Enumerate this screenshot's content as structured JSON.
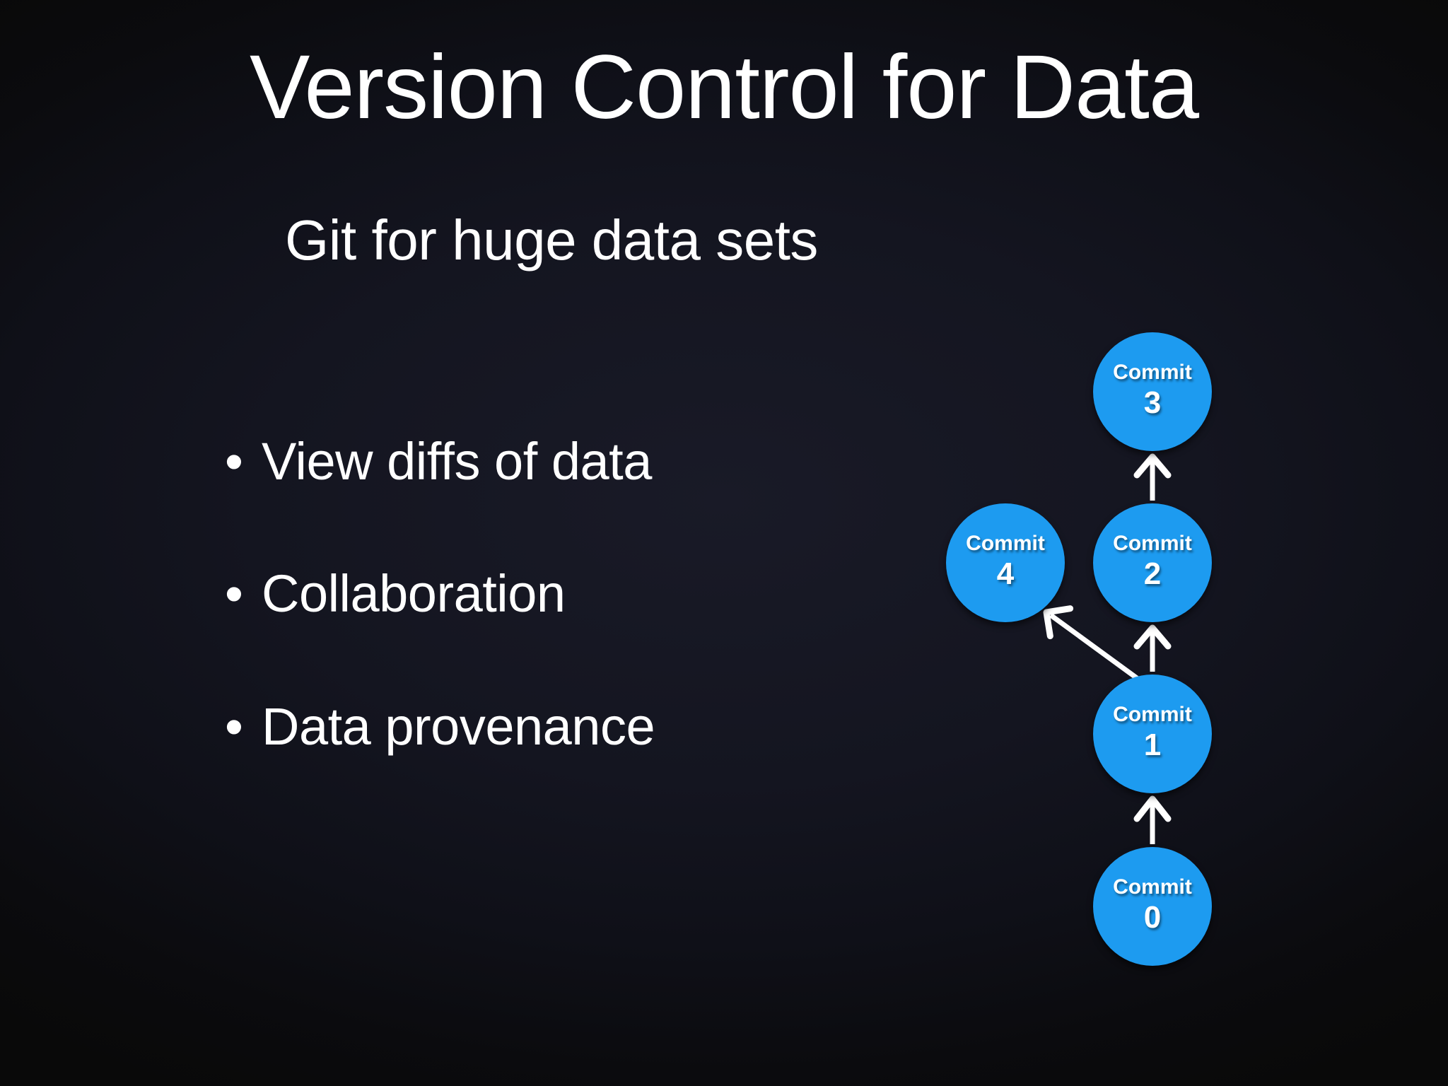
{
  "slide": {
    "title": "Version Control for Data",
    "subtitle": "Git for huge data sets",
    "bullet_marker": "•",
    "bullets": [
      {
        "text": "View diffs of data"
      },
      {
        "text": "Collaboration"
      },
      {
        "text": "Data provenance"
      }
    ],
    "colors": {
      "background_center": "#191a27",
      "background_edge": "#090909",
      "text": "#ffffff",
      "node_fill": "#1d9bf0",
      "arrow": "#ffffff"
    }
  },
  "graph": {
    "name": "commit-graph",
    "nodes": [
      {
        "id": "commit-3",
        "label": "Commit",
        "number": "3"
      },
      {
        "id": "commit-2",
        "label": "Commit",
        "number": "2"
      },
      {
        "id": "commit-4",
        "label": "Commit",
        "number": "4"
      },
      {
        "id": "commit-1",
        "label": "Commit",
        "number": "1"
      },
      {
        "id": "commit-0",
        "label": "Commit",
        "number": "0"
      }
    ],
    "edges": [
      {
        "from": "commit-2",
        "to": "commit-3"
      },
      {
        "from": "commit-1",
        "to": "commit-2"
      },
      {
        "from": "commit-1",
        "to": "commit-4"
      },
      {
        "from": "commit-0",
        "to": "commit-1"
      }
    ]
  }
}
